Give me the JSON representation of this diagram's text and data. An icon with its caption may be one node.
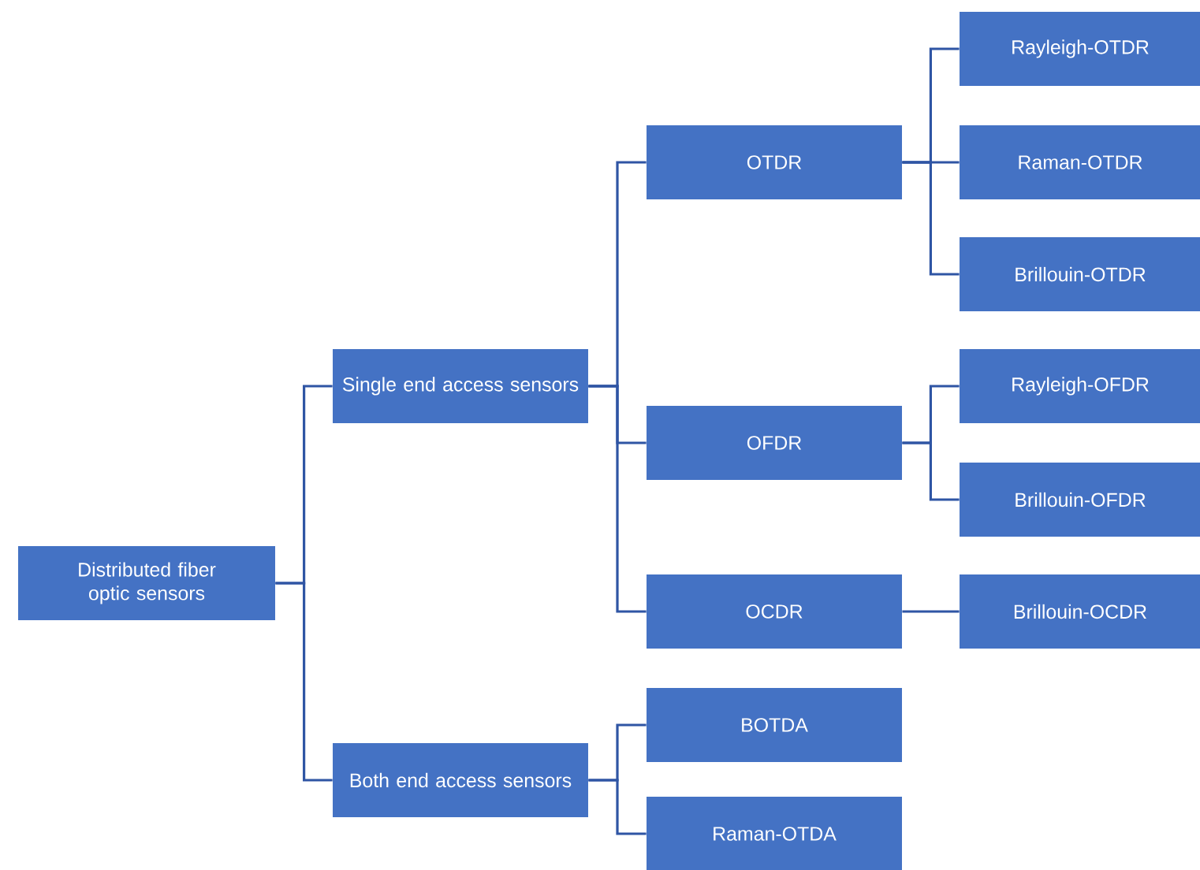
{
  "diagram": {
    "nodes": [
      {
        "text": [
          "Distributed fiber optic sensors"
        ]
      },
      {
        "text": [
          "Single end access sensors"
        ]
      },
      {
        "text": [
          "Both end access sensors"
        ]
      },
      {
        "text": [
          "OTDR"
        ]
      },
      {
        "text": [
          "OFDR"
        ]
      },
      {
        "text": [
          "OCDR"
        ]
      },
      {
        "text": [
          "BOTDA"
        ]
      },
      {
        "text": [
          "Raman-OTDA"
        ]
      },
      {
        "text": [
          "Rayleigh-OTDR"
        ]
      },
      {
        "text": [
          "Raman-OTDR"
        ]
      },
      {
        "text": [
          "Brillouin-OTDR"
        ]
      },
      {
        "text": [
          "Rayleigh-OFDR"
        ]
      },
      {
        "text": [
          "Brillouin-OFDR"
        ]
      },
      {
        "text": [
          "Brillouin-OCDR"
        ]
      }
    ],
    "edges": [
      {
        "from": 0,
        "to": 1,
        "arrow": "none"
      },
      {
        "from": 0,
        "to": 2,
        "arrow": "none"
      },
      {
        "from": 1,
        "to": 3,
        "arrow": "none"
      },
      {
        "from": 1,
        "to": 4,
        "arrow": "none"
      },
      {
        "from": 1,
        "to": 5,
        "arrow": "none"
      },
      {
        "from": 2,
        "to": 6,
        "arrow": "none"
      },
      {
        "from": 2,
        "to": 7,
        "arrow": "none"
      },
      {
        "from": 3,
        "to": 8,
        "arrow": "none"
      },
      {
        "from": 3,
        "to": 9,
        "arrow": "none"
      },
      {
        "from": 3,
        "to": 10,
        "arrow": "none"
      },
      {
        "from": 4,
        "to": 11,
        "arrow": "none"
      },
      {
        "from": 4,
        "to": 12,
        "arrow": "none"
      },
      {
        "from": 5,
        "to": 13,
        "arrow": "none"
      }
    ]
  }
}
